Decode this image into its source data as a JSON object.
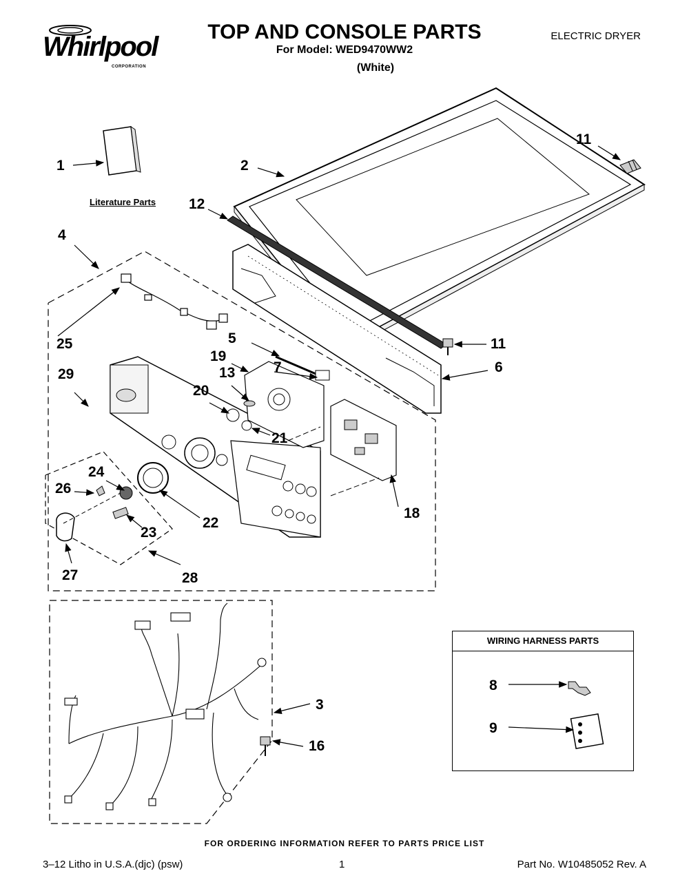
{
  "header": {
    "brand": "Whirlpool",
    "brand_sub": "CORPORATION",
    "title": "TOP AND CONSOLE PARTS",
    "model_line": "For Model: WED9470WW2",
    "color_line": "(White)",
    "category": "ELECTRIC DRYER"
  },
  "diagram": {
    "literature_label": "Literature Parts",
    "harness_box_title": "WIRING HARNESS PARTS",
    "callouts": {
      "c1": "1",
      "c2": "2",
      "c3": "3",
      "c4": "4",
      "c5": "5",
      "c6": "6",
      "c7": "7",
      "c8": "8",
      "c9": "9",
      "c11a": "11",
      "c11b": "11",
      "c12": "12",
      "c13": "13",
      "c16": "16",
      "c18": "18",
      "c19": "19",
      "c20": "20",
      "c21": "21",
      "c22": "22",
      "c23": "23",
      "c24": "24",
      "c25": "25",
      "c26": "26",
      "c27": "27",
      "c28": "28",
      "c29": "29"
    }
  },
  "footer": {
    "note": "FOR ORDERING INFORMATION REFER TO PARTS PRICE LIST",
    "litho": "3–12 Litho in U.S.A.(djc) (psw)",
    "page": "1",
    "part_no": "Part No. W10485052 Rev. A"
  }
}
